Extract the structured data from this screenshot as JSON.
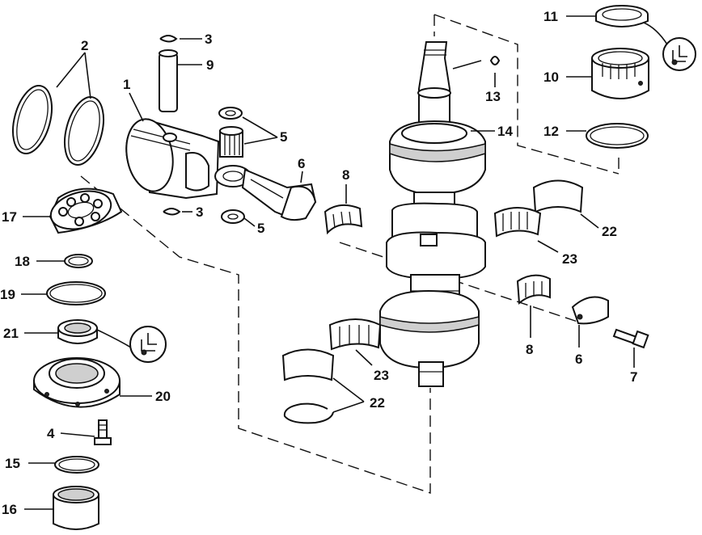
{
  "callouts": {
    "piston": "1",
    "piston_rings": "2",
    "piston_pin_retainer_top": "3",
    "piston_pin_retainer_bottom": "3",
    "screw_bottom_seal": "4",
    "needle_bearing_upper": "5",
    "needle_bearing_lower": "5",
    "connecting_rod": "6",
    "rod_cap": "6",
    "rod_cap_screw": "7",
    "rod_bearing_upper": "8",
    "rod_bearing_lower": "8",
    "piston_pin": "9",
    "upper_bearing": "10",
    "upper_bearing_race": "11",
    "retaining_ring": "12",
    "woodruff_key": "13",
    "crankshaft": "14",
    "o_ring_lower": "15",
    "sleeve": "16",
    "ball_bearing": "17",
    "snap_ring": "18",
    "o_ring": "19",
    "lower_bearing_housing": "20",
    "lower_seal": "21",
    "main_bearing_retainer_upper": "22",
    "main_bearing_retainer_lower": "22",
    "main_bearing_upper": "23",
    "main_bearing_lower": "23"
  },
  "icons": {
    "sealant_top": "sealant-tube-icon",
    "sealant_left": "sealant-tube-icon"
  }
}
